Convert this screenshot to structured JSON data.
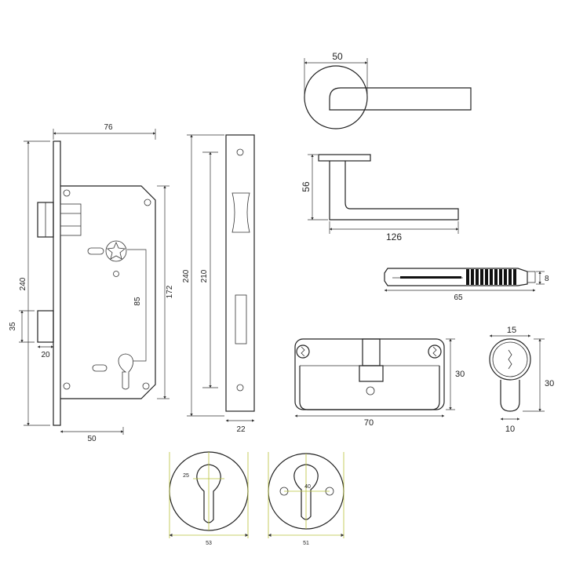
{
  "colors": {
    "line": "#222222",
    "dimension": "#333333",
    "guide": "#b9c23a",
    "background": "#ffffff"
  },
  "lock_body": {
    "faceplate_height": "240",
    "backset": "76",
    "body_height": "172",
    "centre_distance": "85",
    "body_width": "50",
    "latch_offset": "35",
    "latch_width": "20"
  },
  "strike_plate": {
    "height": "240",
    "inner_height": "210",
    "width": "22"
  },
  "handle": {
    "rose_diameter": "50",
    "height": "56",
    "length": "126"
  },
  "key": {
    "length": "65",
    "width": "8"
  },
  "cylinder": {
    "length": "70",
    "height": "30"
  },
  "cylinder_end": {
    "width": "15",
    "height": "30",
    "bottom_width": "10"
  },
  "escutcheon_left": {
    "inner": "25",
    "diameter": "53"
  },
  "escutcheon_right": {
    "inner": "40",
    "diameter": "51"
  }
}
